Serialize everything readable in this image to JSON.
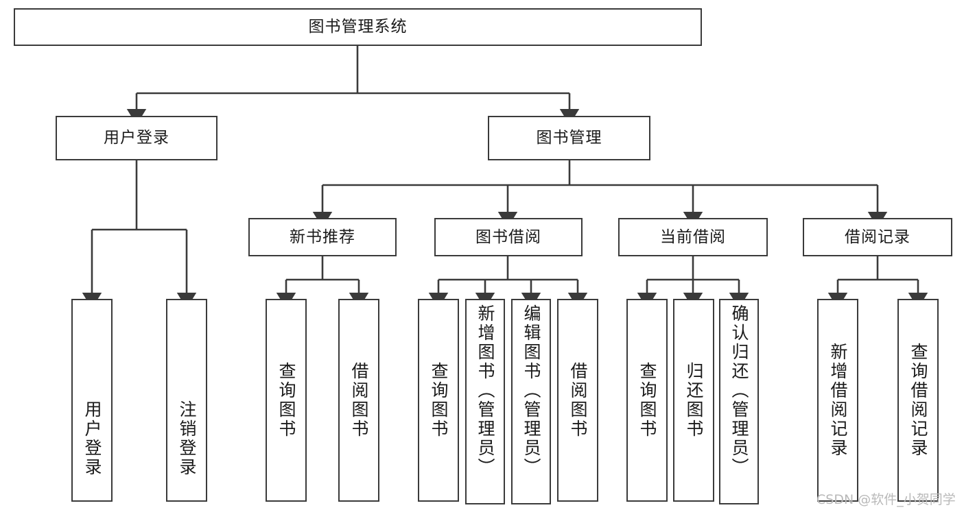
{
  "diagram": {
    "title": "图书管理系统",
    "root": {
      "label": "图书管理系统"
    },
    "level1": [
      {
        "label": "用户登录"
      },
      {
        "label": "图书管理"
      }
    ],
    "level2": [
      {
        "label": "新书推荐"
      },
      {
        "label": "图书借阅"
      },
      {
        "label": "当前借阅"
      },
      {
        "label": "借阅记录"
      }
    ],
    "leaves": {
      "user_login": [
        {
          "label": "用户登录"
        },
        {
          "label": "注销登录"
        }
      ],
      "new_book_recommend": [
        {
          "label": "查询图书"
        },
        {
          "label": "借阅图书"
        }
      ],
      "book_borrow": [
        {
          "label": "查询图书"
        },
        {
          "label": "新增图书（管理员）"
        },
        {
          "label": "编辑图书（管理员）"
        },
        {
          "label": "借阅图书"
        }
      ],
      "current_borrow": [
        {
          "label": "查询图书"
        },
        {
          "label": "归还图书"
        },
        {
          "label": "确认归还（管理员）"
        }
      ],
      "borrow_record": [
        {
          "label": "新增借阅记录"
        },
        {
          "label": "查询借阅记录"
        }
      ]
    }
  },
  "watermark": {
    "text": "CSDN @软件_小贺同学"
  },
  "colors": {
    "border": "#3a3a3a",
    "text": "#1a1a1a",
    "background": "#ffffff",
    "watermark": "#b9b9b9"
  }
}
